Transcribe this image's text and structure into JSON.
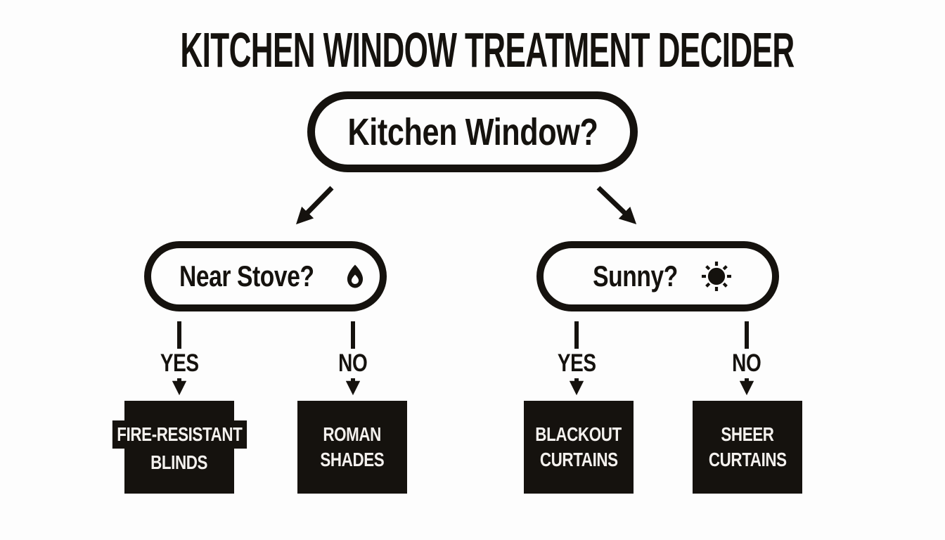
{
  "title": "KITCHEN WINDOW TREATMENT DECIDER",
  "root": {
    "label": "Kitchen Window?"
  },
  "questions": [
    {
      "label": "Near Stove?",
      "icon": "flame-icon"
    },
    {
      "label": "Sunny?",
      "icon": "sun-icon"
    }
  ],
  "edge_labels": {
    "yes": "YES",
    "no": "NO"
  },
  "outcomes": [
    {
      "line1": "FIRE-RESISTANT",
      "line2": "BLINDS"
    },
    {
      "line1": "ROMAN",
      "line2": "SHADES"
    },
    {
      "line1": "BLACKOUT",
      "line2": "CURTAINS"
    },
    {
      "line1": "SHEER",
      "line2": "CURTAINS"
    }
  ],
  "colors": {
    "background": "#fdfdfd",
    "ink": "#15120e",
    "outcome_text": "#f4f1ee"
  }
}
